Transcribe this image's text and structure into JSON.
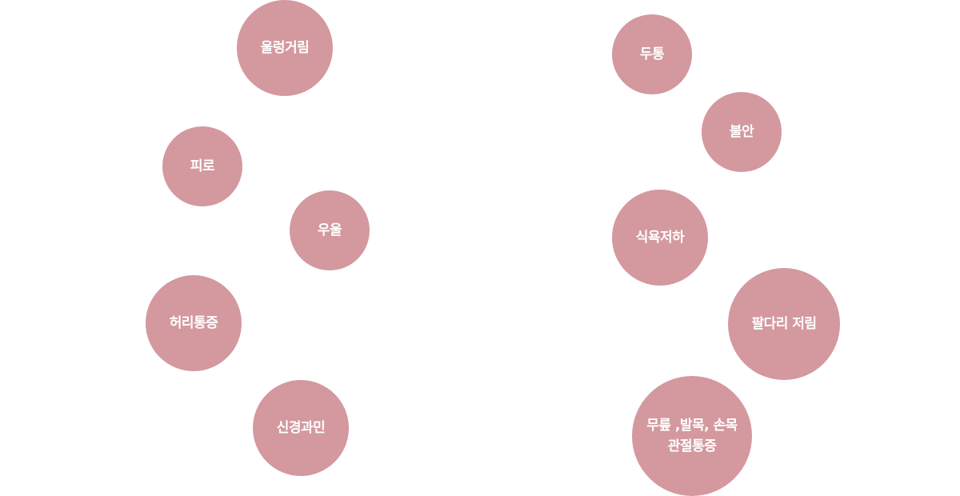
{
  "colors": {
    "bubble": "#d3999f",
    "text": "#ffffff",
    "background": "#ffffff"
  },
  "symptoms": {
    "left": [
      "울렁거림",
      "피로",
      "우울",
      "허리통증",
      "신경과민"
    ],
    "right": [
      "두통",
      "불안",
      "식욕저하",
      "팔다리 저림",
      "무릎 ,발목, 손목\n관절통증"
    ]
  }
}
